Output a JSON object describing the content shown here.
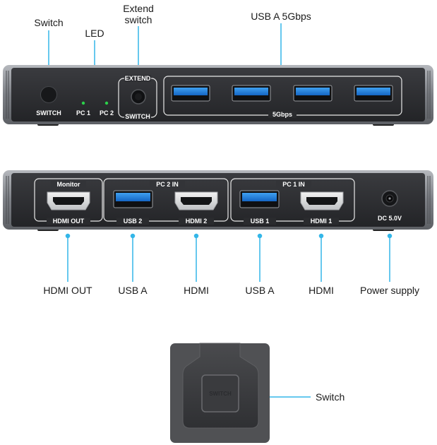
{
  "colors": {
    "body": "#2b2c2f",
    "frame": "#8e9196",
    "usb_blue": "#1e84e0",
    "led_green": "#2bd24a",
    "callout_line": "#33b6e8"
  },
  "callouts": {
    "switch": "Switch",
    "led": "LED",
    "extend_switch_1": "Extend",
    "extend_switch_2": "switch",
    "usb_a_5gbps": "USB A 5Gbps",
    "hdmi_out": "HDMI OUT",
    "usb_a_1": "USB A",
    "hdmi_1": "HDMI",
    "usb_a_2": "USB A",
    "hdmi_2": "HDMI",
    "power_supply": "Power supply",
    "button_switch": "Switch"
  },
  "front_panel": {
    "switch_label": "SWITCH",
    "pc1_label": "PC 1",
    "pc2_label": "PC 2",
    "extend_top": "EXTEND",
    "extend_bottom": "SWITCH",
    "usb_group_label": "5Gbps"
  },
  "rear_panel": {
    "monitor_label": "Monitor",
    "hdmi_out_label": "HDMI OUT",
    "pc2_in": "PC 2 IN",
    "usb2": "USB 2",
    "hdmi2": "HDMI 2",
    "pc1_in": "PC 1 IN",
    "usb1": "USB 1",
    "hdmi1": "HDMI 1",
    "dc": "DC 5.0V"
  },
  "button": {
    "label": "SWITCH"
  }
}
